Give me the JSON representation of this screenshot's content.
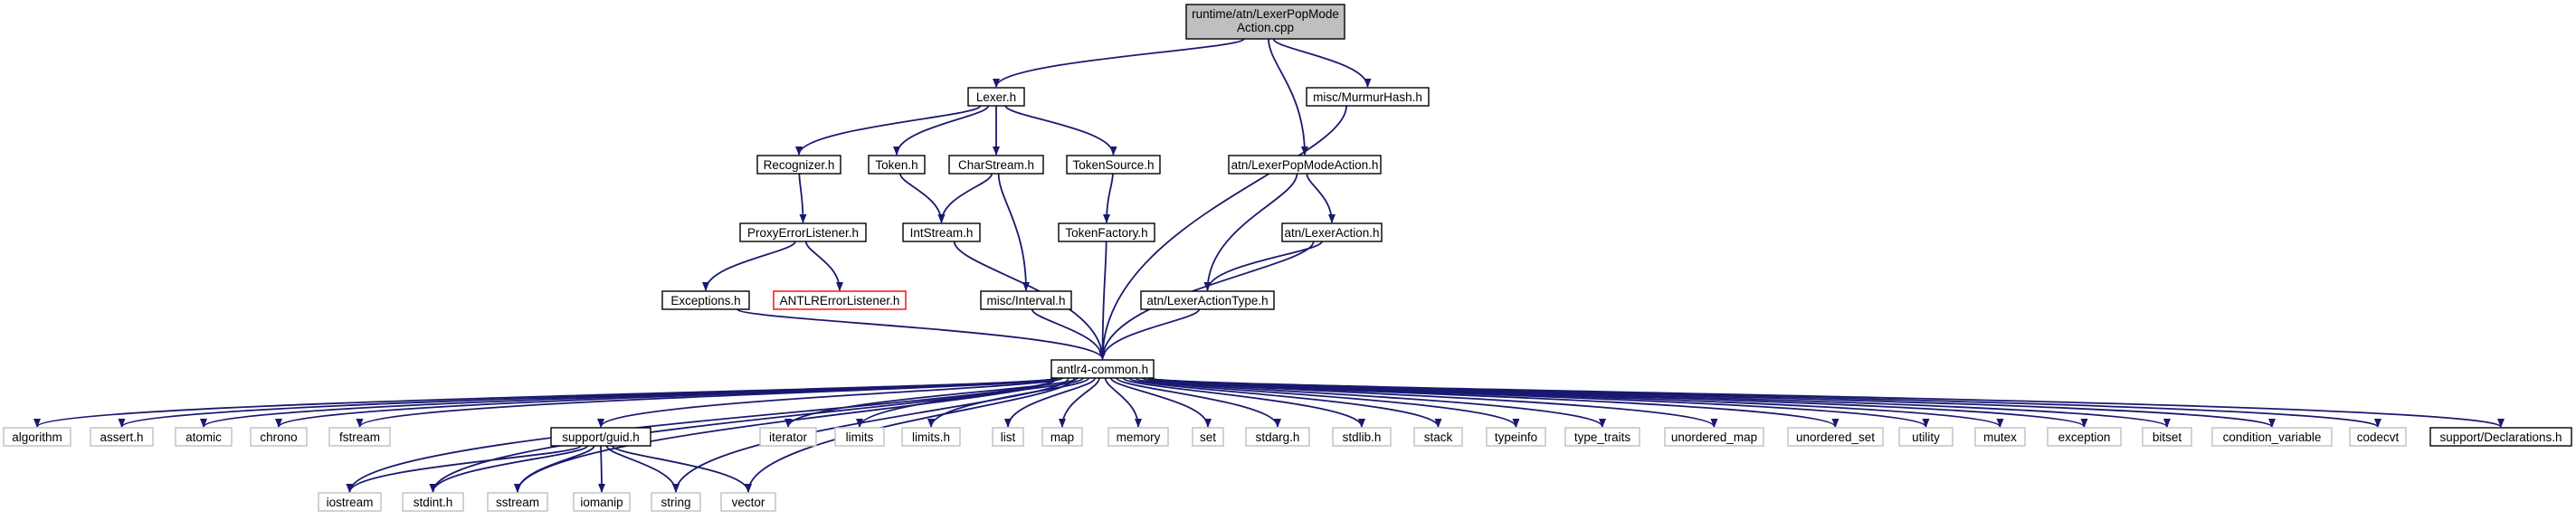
{
  "graph": {
    "root": {
      "id": "root",
      "label_line1": "runtime/atn/LexerPopMode",
      "label_line2": "Action.cpp"
    },
    "nodes": [
      {
        "id": "lexer",
        "label": "Lexer.h",
        "style": "normal"
      },
      {
        "id": "murmur",
        "label": "misc/MurmurHash.h",
        "style": "normal"
      },
      {
        "id": "recognizer",
        "label": "Recognizer.h",
        "style": "normal"
      },
      {
        "id": "token",
        "label": "Token.h",
        "style": "normal"
      },
      {
        "id": "charstream",
        "label": "CharStream.h",
        "style": "normal"
      },
      {
        "id": "tokensource",
        "label": "TokenSource.h",
        "style": "normal"
      },
      {
        "id": "popmodeh",
        "label": "atn/LexerPopModeAction.h",
        "style": "normal"
      },
      {
        "id": "proxy",
        "label": "ProxyErrorListener.h",
        "style": "normal"
      },
      {
        "id": "intstream",
        "label": "IntStream.h",
        "style": "normal"
      },
      {
        "id": "tokenfactory",
        "label": "TokenFactory.h",
        "style": "normal"
      },
      {
        "id": "lexeraction",
        "label": "atn/LexerAction.h",
        "style": "normal"
      },
      {
        "id": "exceptions",
        "label": "Exceptions.h",
        "style": "normal"
      },
      {
        "id": "antlrerr",
        "label": "ANTLRErrorListener.h",
        "style": "red"
      },
      {
        "id": "interval",
        "label": "misc/Interval.h",
        "style": "normal"
      },
      {
        "id": "actiontype",
        "label": "atn/LexerActionType.h",
        "style": "normal"
      },
      {
        "id": "common",
        "label": "antlr4-common.h",
        "style": "normal"
      },
      {
        "id": "algorithm",
        "label": "algorithm",
        "style": "gray"
      },
      {
        "id": "assert",
        "label": "assert.h",
        "style": "gray"
      },
      {
        "id": "atomic",
        "label": "atomic",
        "style": "gray"
      },
      {
        "id": "chrono",
        "label": "chrono",
        "style": "gray"
      },
      {
        "id": "fstream",
        "label": "fstream",
        "style": "gray"
      },
      {
        "id": "guid",
        "label": "support/guid.h",
        "style": "normal"
      },
      {
        "id": "iterator",
        "label": "iterator",
        "style": "gray"
      },
      {
        "id": "limits",
        "label": "limits",
        "style": "gray"
      },
      {
        "id": "limitsh",
        "label": "limits.h",
        "style": "gray"
      },
      {
        "id": "list",
        "label": "list",
        "style": "gray"
      },
      {
        "id": "map",
        "label": "map",
        "style": "gray"
      },
      {
        "id": "memory",
        "label": "memory",
        "style": "gray"
      },
      {
        "id": "set",
        "label": "set",
        "style": "gray"
      },
      {
        "id": "stdarg",
        "label": "stdarg.h",
        "style": "gray"
      },
      {
        "id": "stdlib",
        "label": "stdlib.h",
        "style": "gray"
      },
      {
        "id": "stack",
        "label": "stack",
        "style": "gray"
      },
      {
        "id": "typeinfo",
        "label": "typeinfo",
        "style": "gray"
      },
      {
        "id": "typetraits",
        "label": "type_traits",
        "style": "gray"
      },
      {
        "id": "umap",
        "label": "unordered_map",
        "style": "gray"
      },
      {
        "id": "uset",
        "label": "unordered_set",
        "style": "gray"
      },
      {
        "id": "utility",
        "label": "utility",
        "style": "gray"
      },
      {
        "id": "mutex",
        "label": "mutex",
        "style": "gray"
      },
      {
        "id": "exception",
        "label": "exception",
        "style": "gray"
      },
      {
        "id": "bitset",
        "label": "bitset",
        "style": "gray"
      },
      {
        "id": "condvar",
        "label": "condition_variable",
        "style": "gray"
      },
      {
        "id": "codecvt",
        "label": "codecvt",
        "style": "gray"
      },
      {
        "id": "decl",
        "label": "support/Declarations.h",
        "style": "normal"
      },
      {
        "id": "iostream",
        "label": "iostream",
        "style": "gray"
      },
      {
        "id": "stdint",
        "label": "stdint.h",
        "style": "gray"
      },
      {
        "id": "sstream",
        "label": "sstream",
        "style": "gray"
      },
      {
        "id": "iomanip",
        "label": "iomanip",
        "style": "gray"
      },
      {
        "id": "string",
        "label": "string",
        "style": "gray"
      },
      {
        "id": "vector",
        "label": "vector",
        "style": "gray"
      }
    ],
    "edges": [
      [
        "root",
        "lexer"
      ],
      [
        "root",
        "murmur"
      ],
      [
        "root",
        "popmodeh"
      ],
      [
        "lexer",
        "recognizer"
      ],
      [
        "lexer",
        "token"
      ],
      [
        "lexer",
        "charstream"
      ],
      [
        "lexer",
        "tokensource"
      ],
      [
        "recognizer",
        "proxy"
      ],
      [
        "proxy",
        "exceptions"
      ],
      [
        "proxy",
        "antlrerr"
      ],
      [
        "token",
        "intstream"
      ],
      [
        "charstream",
        "intstream"
      ],
      [
        "charstream",
        "interval"
      ],
      [
        "tokensource",
        "tokenfactory"
      ],
      [
        "popmodeh",
        "lexeraction"
      ],
      [
        "popmodeh",
        "actiontype"
      ],
      [
        "lexeraction",
        "actiontype"
      ],
      [
        "exceptions",
        "common"
      ],
      [
        "intstream",
        "common"
      ],
      [
        "interval",
        "common"
      ],
      [
        "tokenfactory",
        "common"
      ],
      [
        "actiontype",
        "common"
      ],
      [
        "lexeraction",
        "common"
      ],
      [
        "murmur",
        "common"
      ],
      [
        "common",
        "algorithm"
      ],
      [
        "common",
        "assert"
      ],
      [
        "common",
        "atomic"
      ],
      [
        "common",
        "chrono"
      ],
      [
        "common",
        "fstream"
      ],
      [
        "common",
        "iostream"
      ],
      [
        "common",
        "stdint"
      ],
      [
        "common",
        "sstream"
      ],
      [
        "common",
        "guid"
      ],
      [
        "common",
        "string"
      ],
      [
        "common",
        "vector"
      ],
      [
        "common",
        "iterator"
      ],
      [
        "common",
        "limits"
      ],
      [
        "common",
        "limitsh"
      ],
      [
        "common",
        "list"
      ],
      [
        "common",
        "map"
      ],
      [
        "common",
        "memory"
      ],
      [
        "common",
        "set"
      ],
      [
        "common",
        "stdarg"
      ],
      [
        "common",
        "stdlib"
      ],
      [
        "common",
        "stack"
      ],
      [
        "common",
        "typeinfo"
      ],
      [
        "common",
        "typetraits"
      ],
      [
        "common",
        "umap"
      ],
      [
        "common",
        "uset"
      ],
      [
        "common",
        "utility"
      ],
      [
        "common",
        "mutex"
      ],
      [
        "common",
        "exception"
      ],
      [
        "common",
        "bitset"
      ],
      [
        "common",
        "condvar"
      ],
      [
        "common",
        "codecvt"
      ],
      [
        "common",
        "decl"
      ],
      [
        "guid",
        "iostream"
      ],
      [
        "guid",
        "stdint"
      ],
      [
        "guid",
        "sstream"
      ],
      [
        "guid",
        "iomanip"
      ],
      [
        "guid",
        "string"
      ],
      [
        "guid",
        "vector"
      ]
    ]
  },
  "colors": {
    "edge": "#191970",
    "normal_border": "#000000",
    "gray_border": "#bfbfbf",
    "red_border": "#ff0000",
    "root_fill": "#bfbfbf",
    "text": "#000000"
  }
}
